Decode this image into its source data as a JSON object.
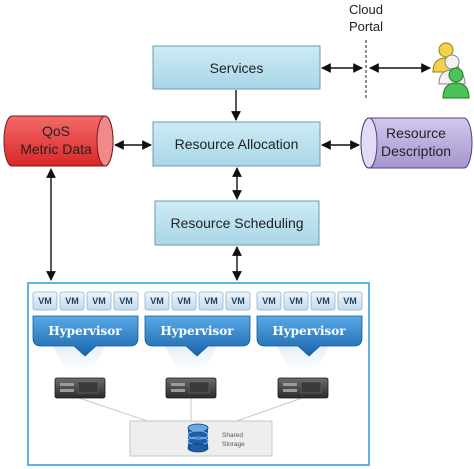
{
  "boxes": {
    "services": "Services",
    "resource_allocation": "Resource Allocation",
    "resource_scheduling": "Resource Scheduling"
  },
  "qos": {
    "line1": "QoS",
    "line2": "Metric Data"
  },
  "resource_description": {
    "line1": "Resource",
    "line2": "Description"
  },
  "cloud_portal": {
    "line1": "Cloud",
    "line2": "Portal"
  },
  "vm_label": "VM",
  "hypervisor_label": "Hypervisor",
  "shared_storage": {
    "line1": "Shared",
    "line2": "Storage"
  },
  "colors": {
    "box_fill": "#b9e1ee",
    "qos_fill": "#e7393a",
    "resource_description_fill": "#b8abd8",
    "hypervisor_fill": "#2a7ec8",
    "cluster_border": "#5ab5e0"
  },
  "icons": [
    "users-icon",
    "server-icon",
    "storage-disk-icon"
  ]
}
